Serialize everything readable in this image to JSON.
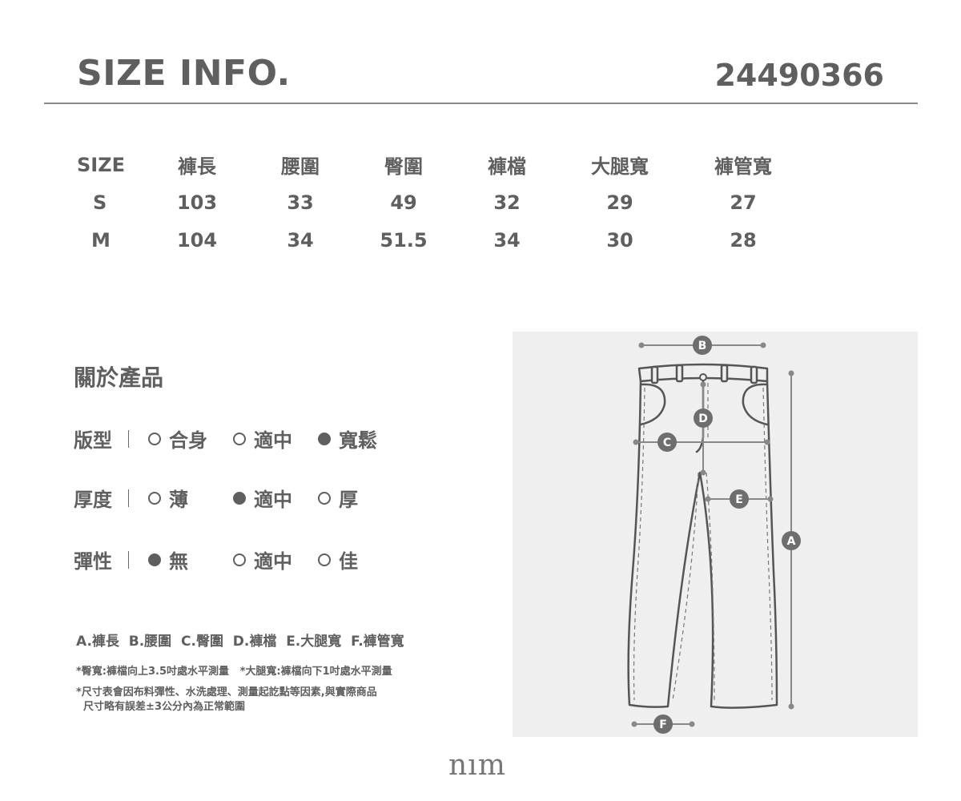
{
  "header": {
    "title": "SIZE INFO.",
    "code": "24490366"
  },
  "size_table": {
    "columns": [
      "SIZE",
      "褲長",
      "腰圍",
      "臀圍",
      "褲檔",
      "大腿寬",
      "褲管寬"
    ],
    "rows": [
      [
        "S",
        "103",
        "33",
        "49",
        "32",
        "29",
        "27"
      ],
      [
        "M",
        "104",
        "34",
        "51.5",
        "34",
        "30",
        "28"
      ]
    ]
  },
  "product": {
    "title": "關於產品",
    "attributes": [
      {
        "label": "版型",
        "options": [
          {
            "text": "合身",
            "selected": false
          },
          {
            "text": "適中",
            "selected": false
          },
          {
            "text": "寬鬆",
            "selected": true
          }
        ]
      },
      {
        "label": "厚度",
        "options": [
          {
            "text": "薄",
            "selected": false
          },
          {
            "text": "適中",
            "selected": true
          },
          {
            "text": "厚",
            "selected": false
          }
        ]
      },
      {
        "label": "彈性",
        "options": [
          {
            "text": "無",
            "selected": true
          },
          {
            "text": "適中",
            "selected": false
          },
          {
            "text": "佳",
            "selected": false
          }
        ]
      }
    ]
  },
  "legend": "A.褲長  B.腰圍  C.臀圍  D.褲檔  E.大腿寬  F.褲管寬",
  "notes": {
    "line1": "*臀寬:褲檔向上3.5吋處水平測量   *大腿寬:褲檔向下1吋處水平測量",
    "line2": "*尺寸表會因布料彈性、水洗處理、測量起訖點等因素,與實際商品",
    "line3": "  尺寸略有誤差±3公分內為正常範圍"
  },
  "diagram": {
    "markers": {
      "a": "A",
      "b": "B",
      "c": "C",
      "d": "D",
      "e": "E",
      "f": "F"
    }
  },
  "brand": "nım",
  "colors": {
    "text": "#5f5f5f",
    "diagram_bg": "#efefef",
    "marker": "#6e6e6e"
  }
}
